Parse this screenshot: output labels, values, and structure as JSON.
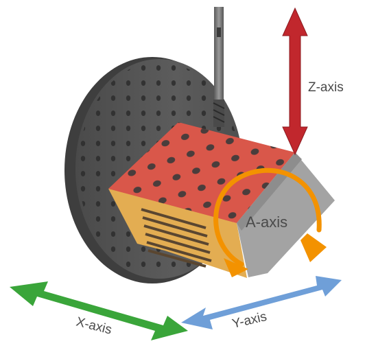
{
  "labels": {
    "z_axis": "Z-axis",
    "a_axis": "A-axis",
    "x_axis": "X-axis",
    "y_axis": "Y-axis"
  },
  "icons": {
    "z_arrow": "double-headed-arrow-icon",
    "x_arrow": "double-headed-arrow-icon",
    "y_arrow": "double-headed-arrow-icon",
    "a_arrow": "rotation-arrow-icon"
  },
  "colors": {
    "z_axis": "#c1272d",
    "x_axis": "#3aa53a",
    "y_axis": "#6f9fd8",
    "a_axis": "#f39200",
    "faceplate": "#575757",
    "block_top": "#d9574a",
    "block_side": "#e0a84a",
    "block_end": "#9a9a9a",
    "tool": "#6b6b6b"
  }
}
